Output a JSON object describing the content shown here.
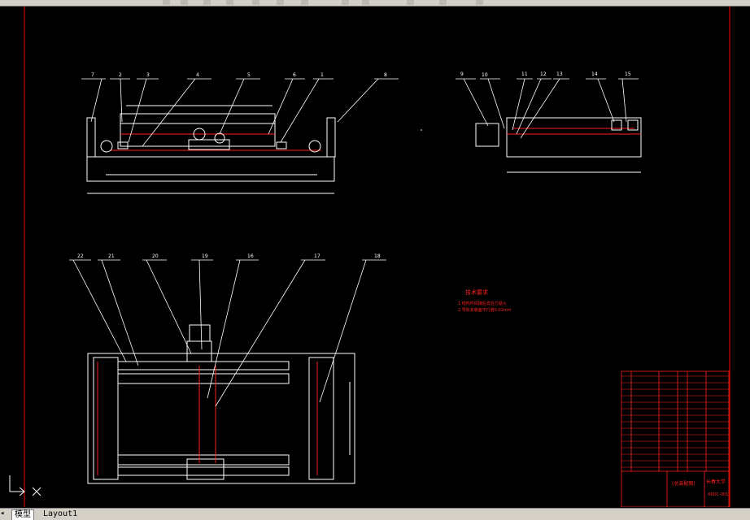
{
  "window": {
    "title": ""
  },
  "tabs": [
    {
      "label": "模型",
      "active": true
    },
    {
      "label": "Layout1",
      "active": false
    }
  ],
  "callouts_front": [
    "1",
    "2",
    "3",
    "4",
    "5",
    "6",
    "7",
    "8"
  ],
  "callouts_side": [
    "9",
    "10",
    "11",
    "12",
    "13",
    "14",
    "15"
  ],
  "callouts_plan": [
    "22",
    "21",
    "20",
    "19",
    "16",
    "17",
    "18"
  ],
  "tech_notes": {
    "title": "技术要求",
    "lines": [
      "1.结构件焊接后去应力退火",
      "2.导轨安装面平行度0.02mm"
    ]
  },
  "title_block": {
    "school": "长春大学",
    "drawing_name": "(总装配图)",
    "code": "XKDC-001"
  },
  "colors": {
    "line": "#ffffff",
    "accent": "#ff2020",
    "bg": "#000000",
    "frame": "#ff0000"
  },
  "icons": {
    "ucs": "ucs-axis-icon",
    "cursor": "crosshair-icon"
  }
}
